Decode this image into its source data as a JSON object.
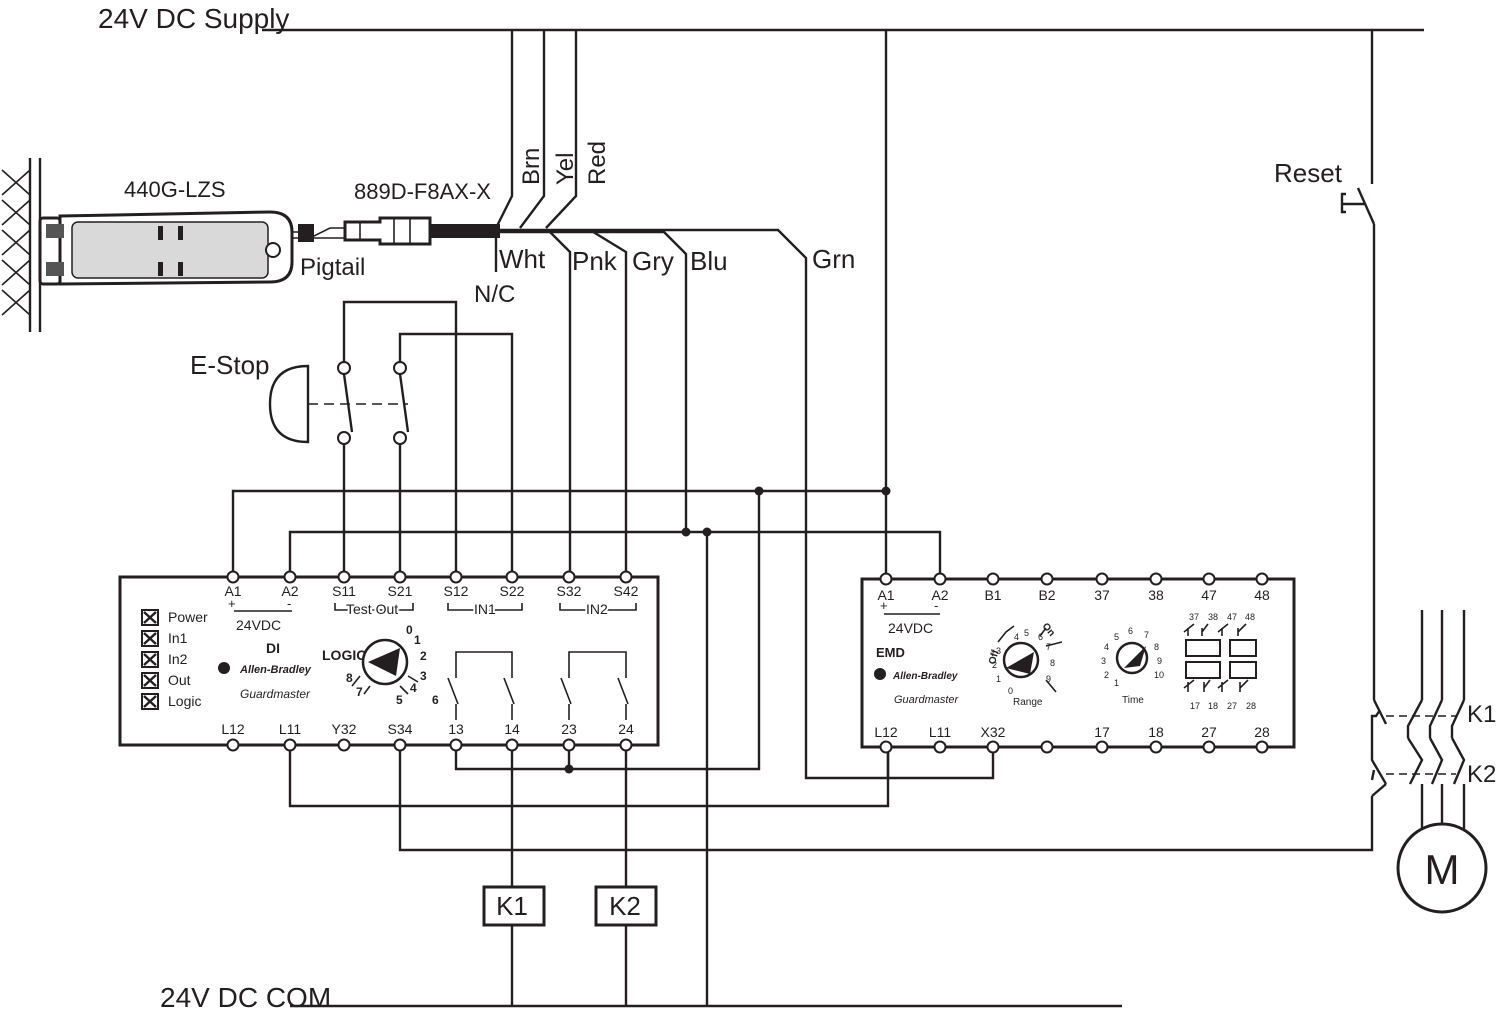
{
  "rails": {
    "supply": "24V DC Supply",
    "common": "24V DC COM"
  },
  "devices": {
    "switch_model": "440G-LZS",
    "cable_model": "889D-F8AX-X",
    "pigtail": "Pigtail",
    "estop": "E-Stop",
    "reset": "Reset",
    "motor": "M",
    "contactor_k1": "K1",
    "contactor_k2": "K2"
  },
  "wires": {
    "brn": "Brn",
    "yel": "Yel",
    "red": "Red",
    "wht": "Wht",
    "nc": "N/C",
    "pnk": "Pnk",
    "gry": "Gry",
    "blu": "Blu",
    "grn": "Grn"
  },
  "di": {
    "model": "DI",
    "brand": "Allen-Bradley",
    "sub_brand": "Guardmaster",
    "supply": "24VDC",
    "plus": "+",
    "minus": "-",
    "top_terminals": [
      "A1",
      "A2",
      "S11",
      "S21",
      "S12",
      "S22",
      "S32",
      "S42"
    ],
    "bottom_terminals": [
      "L12",
      "L11",
      "Y32",
      "S34",
      "13",
      "14",
      "23",
      "24"
    ],
    "test_out": "Test Out",
    "in1": "IN1",
    "in2": "IN2",
    "leds": [
      "Power",
      "In1",
      "In2",
      "Out",
      "Logic"
    ],
    "logic_label": "LOGIC",
    "dial": [
      "0",
      "1",
      "2",
      "3",
      "4",
      "5",
      "6",
      "7",
      "8"
    ]
  },
  "emd": {
    "model": "EMD",
    "brand": "Allen-Bradley",
    "sub_brand": "Guardmaster",
    "supply": "24VDC",
    "plus": "+",
    "minus": "-",
    "top_terminals": [
      "A1",
      "A2",
      "B1",
      "B2",
      "37",
      "38",
      "47",
      "48"
    ],
    "bottom_terminals": [
      "L12",
      "L11",
      "X32",
      "",
      "17",
      "18",
      "27",
      "28"
    ],
    "range_label": "Range",
    "time_label": "Time",
    "off": "Off",
    "on": "On",
    "range_dial": [
      "0",
      "1",
      "2",
      "3",
      "4",
      "5",
      "6",
      "7",
      "8",
      "9"
    ],
    "time_dial": [
      "1",
      "2",
      "3",
      "4",
      "5",
      "6",
      "7",
      "8",
      "9",
      "10"
    ],
    "contact_top": [
      "37",
      "38",
      "47",
      "48"
    ],
    "contact_bottom": [
      "17",
      "18",
      "27",
      "28"
    ]
  },
  "colors": {
    "ink": "#231f20",
    "background": "#ffffff"
  }
}
